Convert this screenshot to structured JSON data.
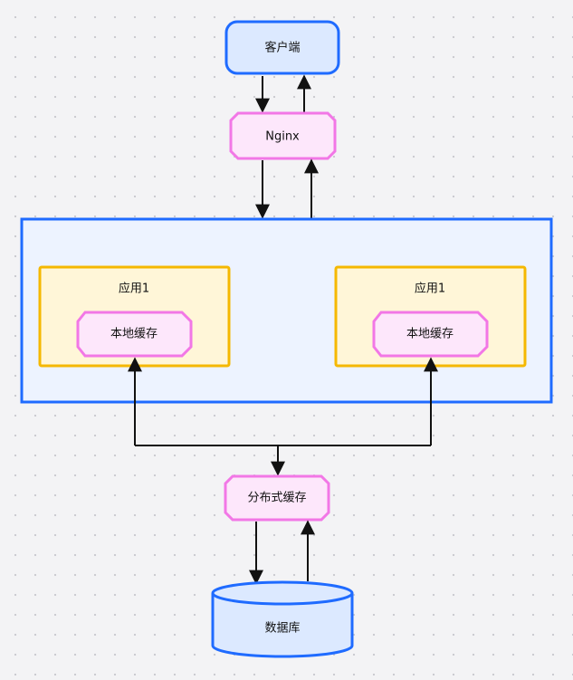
{
  "nodes": {
    "client": "客户端",
    "nginx": "Nginx",
    "app_left": {
      "title": "应用1",
      "cache": "本地缓存"
    },
    "app_right": {
      "title": "应用1",
      "cache": "本地缓存"
    },
    "distributed_cache": "分布式缓存",
    "database": "数据库"
  },
  "colors": {
    "blue_stroke": "#1f6bff",
    "blue_fill": "#dce9ff",
    "cluster_fill": "#edf3ff",
    "pink_stroke": "#f277e6",
    "pink_fill": "#fde7fb",
    "yellow_stroke": "#f5b800",
    "yellow_fill": "#fff6d8",
    "line": "#111111"
  }
}
